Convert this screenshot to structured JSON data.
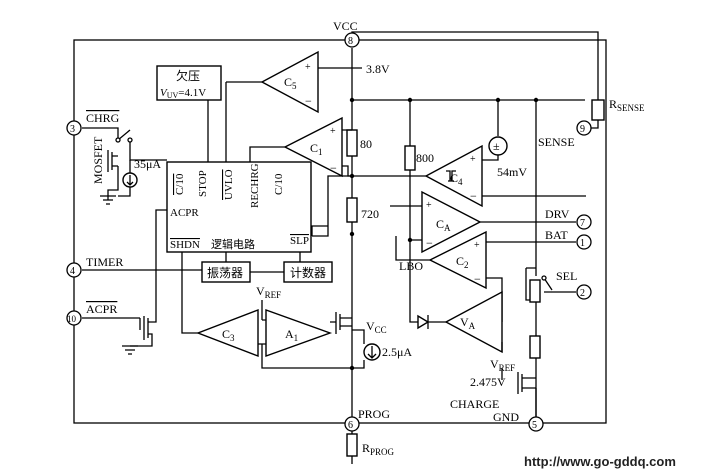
{
  "pins": {
    "p1": {
      "num": "1",
      "label": "BAT"
    },
    "p2": {
      "num": "2",
      "label": "SEL"
    },
    "p3": {
      "num": "3",
      "label": "CHRG"
    },
    "p4": {
      "num": "4",
      "label": "TIMER"
    },
    "p5": {
      "num": "5",
      "label": "GND"
    },
    "p6": {
      "num": "6",
      "label": "PROG"
    },
    "p7": {
      "num": "7",
      "label": "DRV"
    },
    "p8": {
      "num": "8",
      "label": "VCC"
    },
    "p9": {
      "num": "9",
      "label": "SENSE"
    },
    "p10": {
      "num": "10",
      "label": "ACPR"
    }
  },
  "ext": {
    "rsense_main": "R",
    "rsense_sub": "SENSE",
    "rprog_main": "R",
    "rprog_sub": "PROG",
    "mosfet": "MOSFET",
    "charge": "CHARGE"
  },
  "uv": {
    "title": "欠压",
    "v": "V",
    "sub": "UV",
    "val": "=4.1V"
  },
  "logic": {
    "c10": "C/10",
    "stop": "STOP",
    "uvlo": "UVLO",
    "rechrg": "RECHRG",
    "c10b": "C/10",
    "acpr": "ACPR",
    "shdn": "SHDN",
    "name": "逻辑电路",
    "slp": "SLP"
  },
  "blocks": {
    "osc": "振荡器",
    "counter": "计数器"
  },
  "comps": {
    "c5": "C",
    "c5s": "5",
    "c1": "C",
    "c1s": "1",
    "c4": "C",
    "c4s": "4",
    "ca": "C",
    "cas": "A",
    "c2": "C",
    "c2s": "2",
    "va": "V",
    "vas": "A",
    "c3": "C",
    "c3s": "3",
    "a1": "A",
    "a1s": "1"
  },
  "values": {
    "v38": "3.8V",
    "r80": "80",
    "r800": "800",
    "r720": "720",
    "mv54": "54mV",
    "ua35": "35μA",
    "ua25": "2.5μA",
    "v2475": "2.475V",
    "vref": "V",
    "vrefs": "REF",
    "vref2": "V",
    "vref2s": "REF",
    "vcc": "V",
    "vccs": "CC",
    "lbo": "LBO"
  },
  "watermark": "http://www.go-gddq.com"
}
